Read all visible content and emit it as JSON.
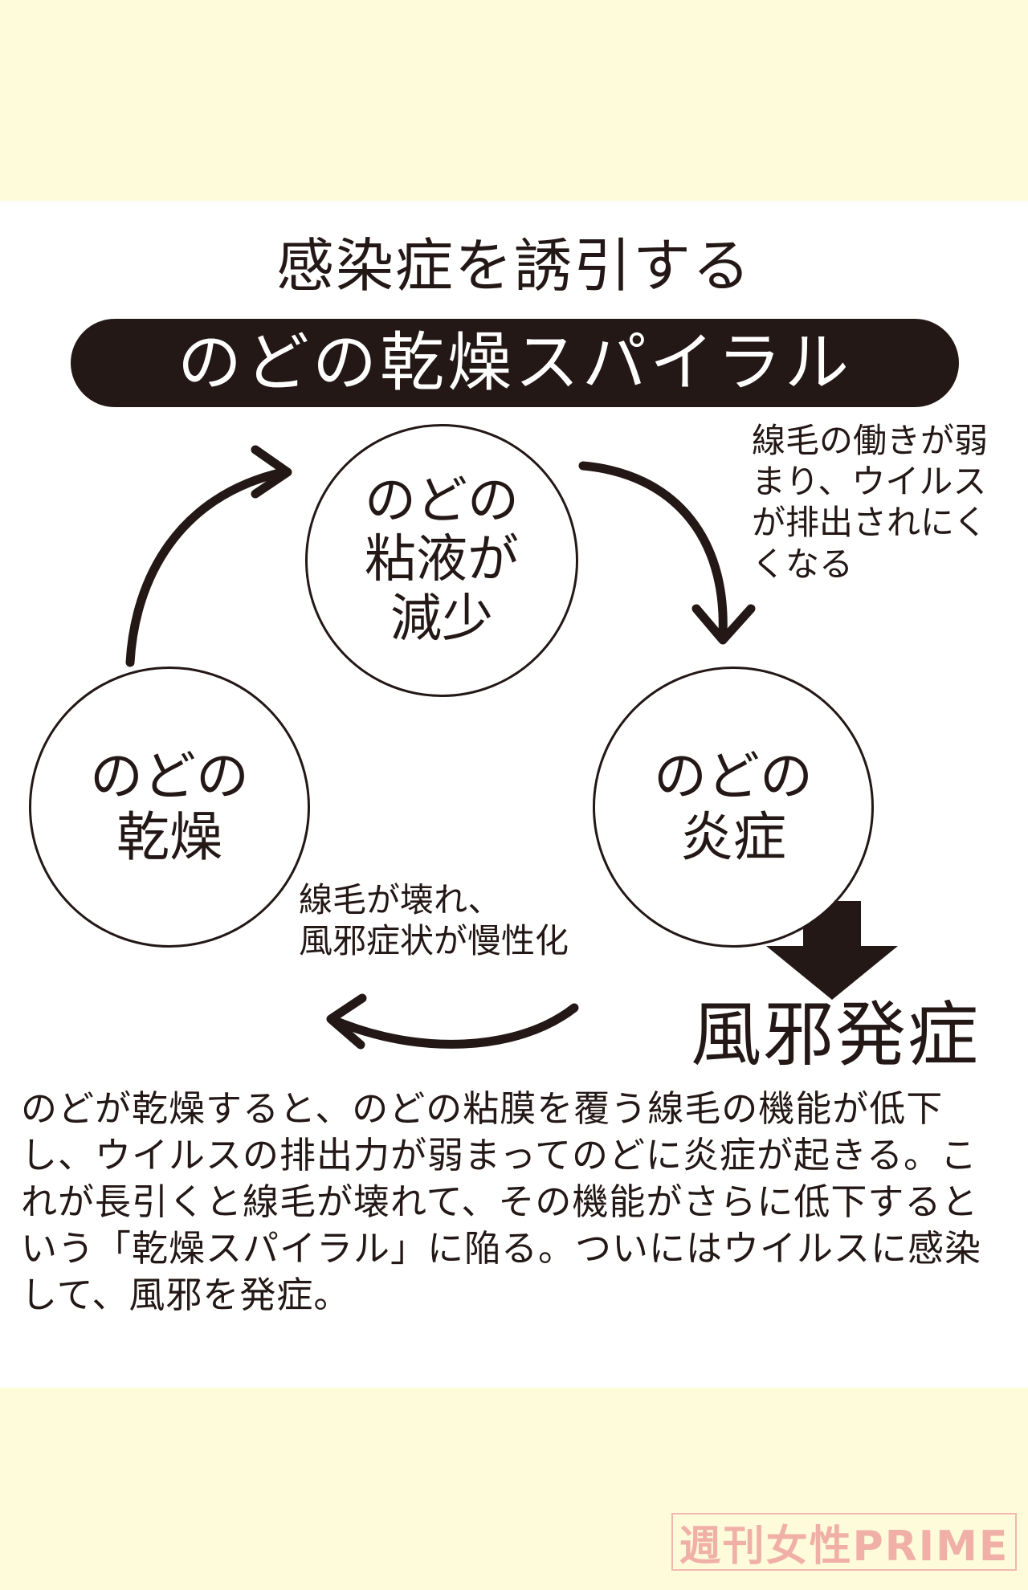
{
  "title_top": "感染症を誘引する",
  "title_banner": "のどの乾燥スパイラル",
  "circles": {
    "top": [
      "のどの",
      "粘液が",
      "減少"
    ],
    "left": [
      "のどの",
      "乾燥"
    ],
    "right": [
      "のどの",
      "炎症"
    ]
  },
  "notes": {
    "right": "線毛の働きが弱\nまり、ウイルス\nが排出されにく\nくなる",
    "middle": "線毛が壊れ、\n風邪症状が慢性化"
  },
  "outcome": "風邪発症",
  "body": "のどが乾燥すると、のどの粘膜を覆う線毛の機能が低下し、ウイルスの排出力が弱まってのどに炎症が起きる。これが長引くと線毛が壊れて、その機能がさらに低下するという「乾燥スパイラル」に陥る。ついにはウイルスに感染して、風邪を発症。",
  "logo": "週刊女性PRIME",
  "colors": {
    "ink": "#231815",
    "page_bg": "#fdfbd9",
    "panel_bg": "#ffffff",
    "logo": "#f0b0a8"
  }
}
